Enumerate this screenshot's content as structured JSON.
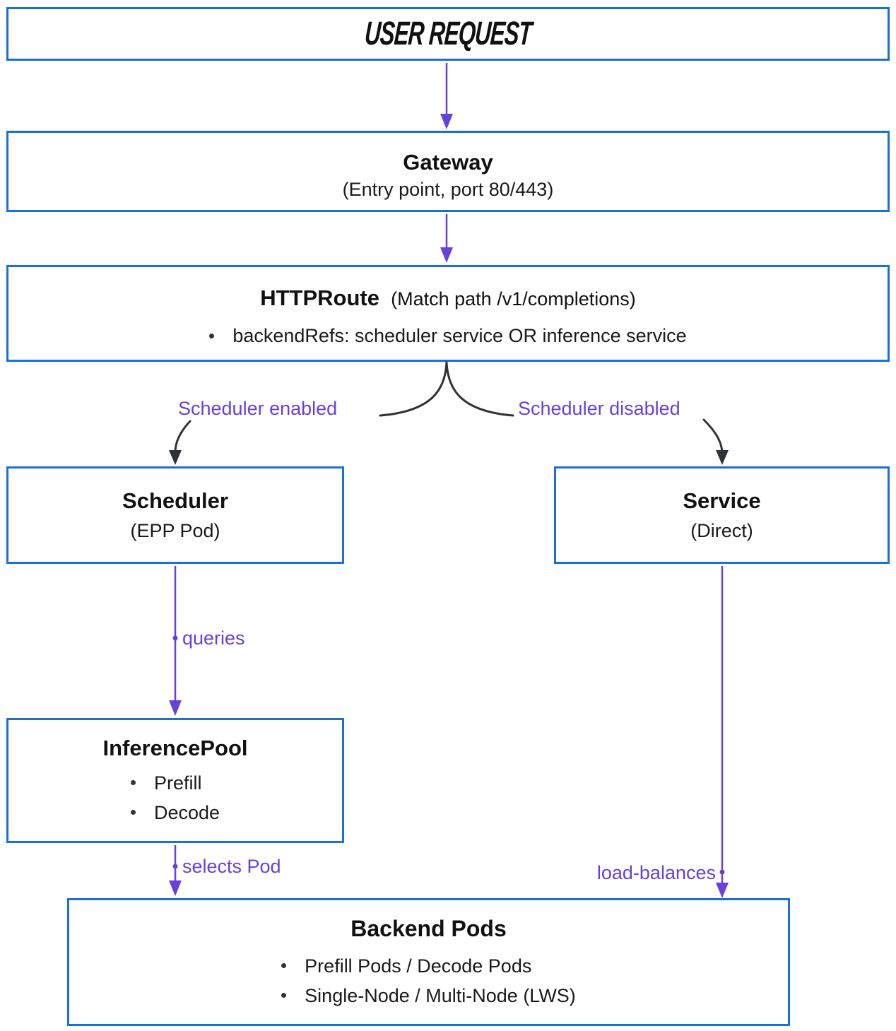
{
  "diagram": {
    "nodes": {
      "user_request": {
        "title": "USER REQUEST"
      },
      "gateway": {
        "title": "Gateway",
        "subtitle": "(Entry point, port 80/443)"
      },
      "httproute": {
        "title": "HTTPRoute",
        "title_suffix": "(Match path /v1/completions)",
        "bullets": [
          "backendRefs: scheduler service OR inference service"
        ]
      },
      "scheduler": {
        "title": "Scheduler",
        "subtitle": "(EPP Pod)"
      },
      "service": {
        "title": "Service",
        "subtitle": "(Direct)"
      },
      "inference_pool": {
        "title": "InferencePool",
        "bullets": [
          "Prefill",
          "Decode"
        ]
      },
      "backend_pods": {
        "title": "Backend Pods",
        "bullets": [
          "Prefill Pods / Decode Pods",
          "Single-Node / Multi-Node (LWS)"
        ]
      }
    },
    "edge_labels": {
      "scheduler_enabled": "Scheduler enabled",
      "scheduler_disabled": "Scheduler disabled",
      "queries": "queries",
      "selects_pod": "selects Pod",
      "load_balances": "load-balances"
    },
    "colors": {
      "box_border": "#1b70d0",
      "arrow_purple": "#6741d9",
      "label_purple": "#6741d9",
      "arrow_dark": "#2f3337"
    }
  }
}
